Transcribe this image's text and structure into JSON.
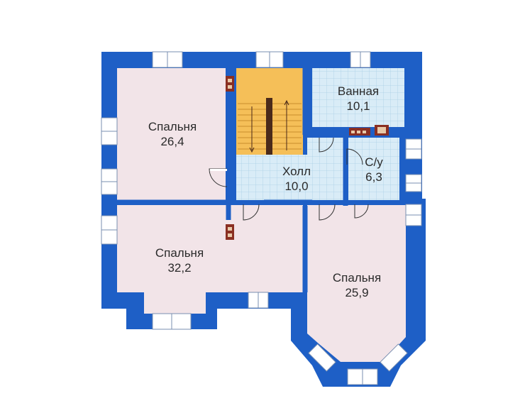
{
  "rooms": {
    "bedroom_nw": {
      "name": "Спальня",
      "area": "26,4"
    },
    "bedroom_sw": {
      "name": "Спальня",
      "area": "32,2"
    },
    "bedroom_se": {
      "name": "Спальня",
      "area": "25,9"
    },
    "bathroom": {
      "name": "Ванная",
      "area": "10,1"
    },
    "wc": {
      "name": "С/у",
      "area": "6,3"
    },
    "hall": {
      "name": "Холл",
      "area": "10,0"
    }
  },
  "colors": {
    "wall": "#1e5fc6",
    "wall_dark": "#174fa8",
    "bedroom_floor": "#f2e4e8",
    "tile_floor": "#d7eaf6",
    "tile_line": "#a9cfe6",
    "stair": "#f5bf58",
    "chimney": "#8a2f22",
    "window": "#ffffff"
  }
}
